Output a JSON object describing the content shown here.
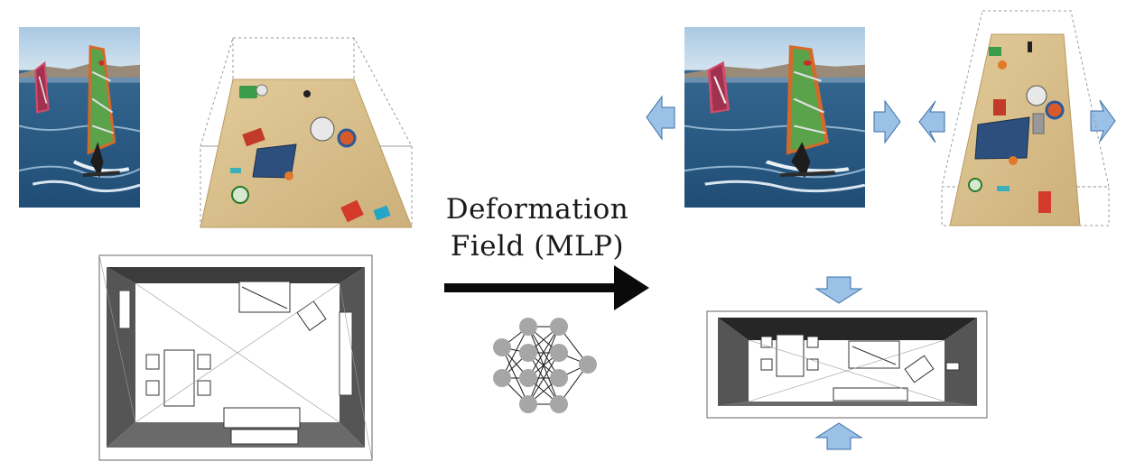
{
  "label": {
    "line1": "Deformation",
    "line2": "Field (MLP)"
  },
  "colors": {
    "arrow_fill": "#9cc1e6",
    "arrow_stroke": "#3a6fa6",
    "neuron": "#a6a6a6",
    "sand": "#d9c08e",
    "sea": "#2f5f86",
    "sky": "#b9d5ea",
    "wall_dark": "#555555"
  },
  "icons": {
    "input_photo": "windsurfer-photo",
    "output_photo": "windsurfer-photo-stretched",
    "input_scene": "beach-scene-box",
    "output_scene": "beach-scene-box-squeezed",
    "input_room": "room-floorplan",
    "output_room": "room-floorplan-squeezed",
    "main_arrow": "right-arrow",
    "network": "mlp-network",
    "push_arrows": "blue-block-arrows"
  }
}
